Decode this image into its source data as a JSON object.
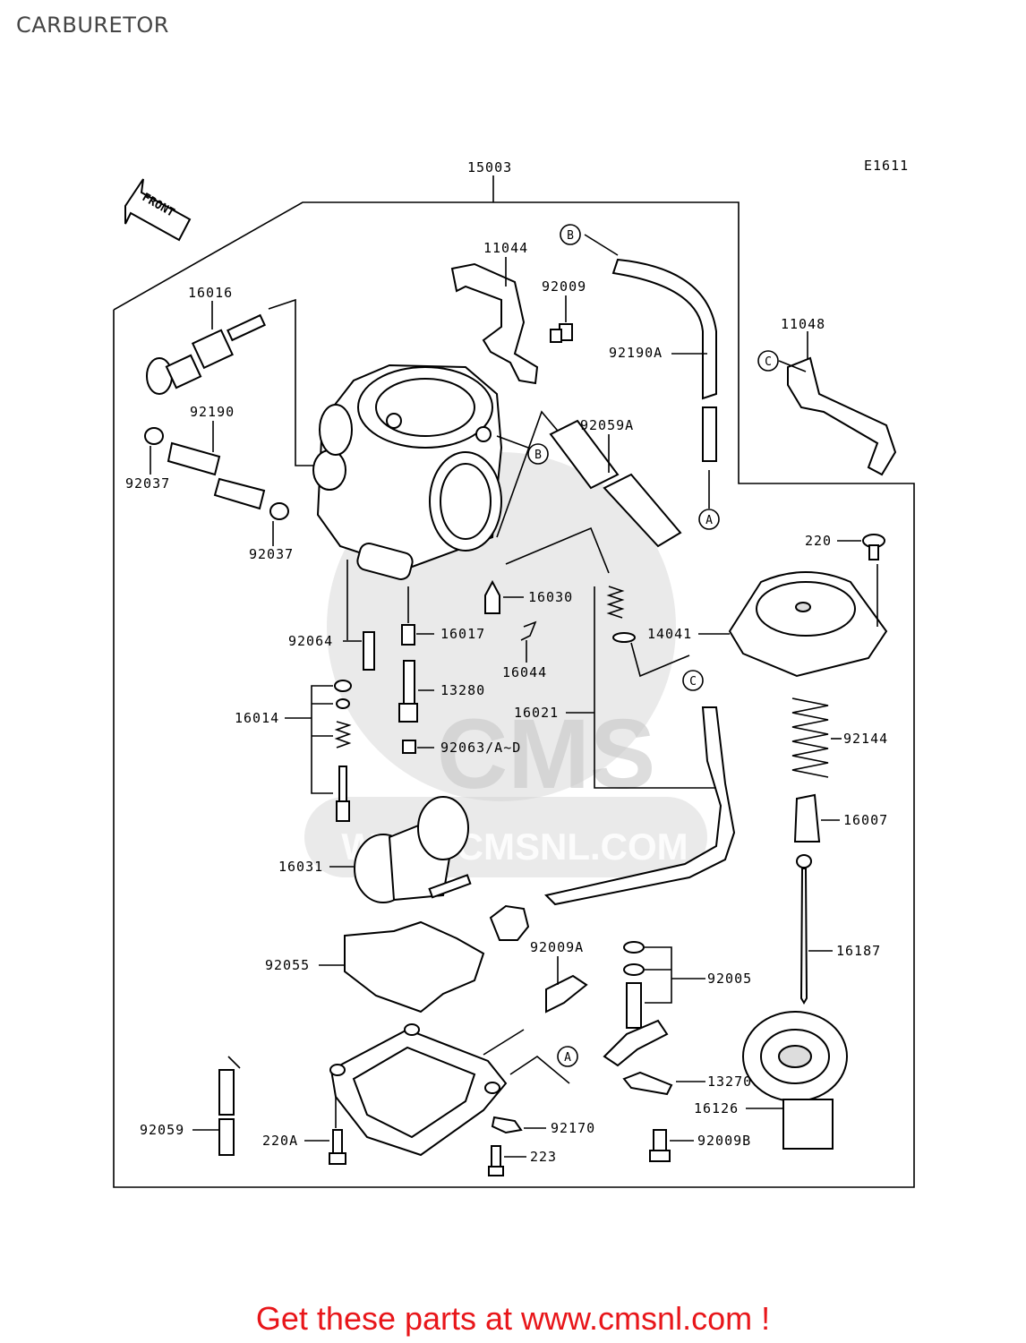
{
  "page": {
    "title": "CARBURETOR",
    "figure_code": "E1611"
  },
  "front_marker": "FRONT",
  "parts": {
    "p15003": "15003",
    "p11044": "11044",
    "p92009": "92009",
    "p92190A": "92190A",
    "p11048": "11048",
    "p16016": "16016",
    "p92190": "92190",
    "p92037a": "92037",
    "p92037b": "92037",
    "p92059A": "92059A",
    "p220": "220",
    "p16030": "16030",
    "p14041": "14041",
    "p92064": "92064",
    "p16017": "16017",
    "p16044": "16044",
    "p13280": "13280",
    "p16014": "16014",
    "p16021": "16021",
    "p92144": "92144",
    "p92063": "92063/A~D",
    "p16007": "16007",
    "p16031": "16031",
    "p16187": "16187",
    "p92009A": "92009A",
    "p92055": "92055",
    "p92005": "92005",
    "p13270": "13270",
    "p16126": "16126",
    "p92059": "92059",
    "p220A": "220A",
    "p92170": "92170",
    "p223": "223",
    "p92009B": "92009B"
  },
  "refs": {
    "A": "A",
    "B": "B",
    "C": "C"
  },
  "watermark": {
    "brand": "CMS",
    "site": "WWW.CMSNL.COM"
  },
  "footer": {
    "text": "Get these parts at www.cmsnl.com !"
  },
  "colors": {
    "footer": "#e8161a",
    "line": "#000000"
  }
}
